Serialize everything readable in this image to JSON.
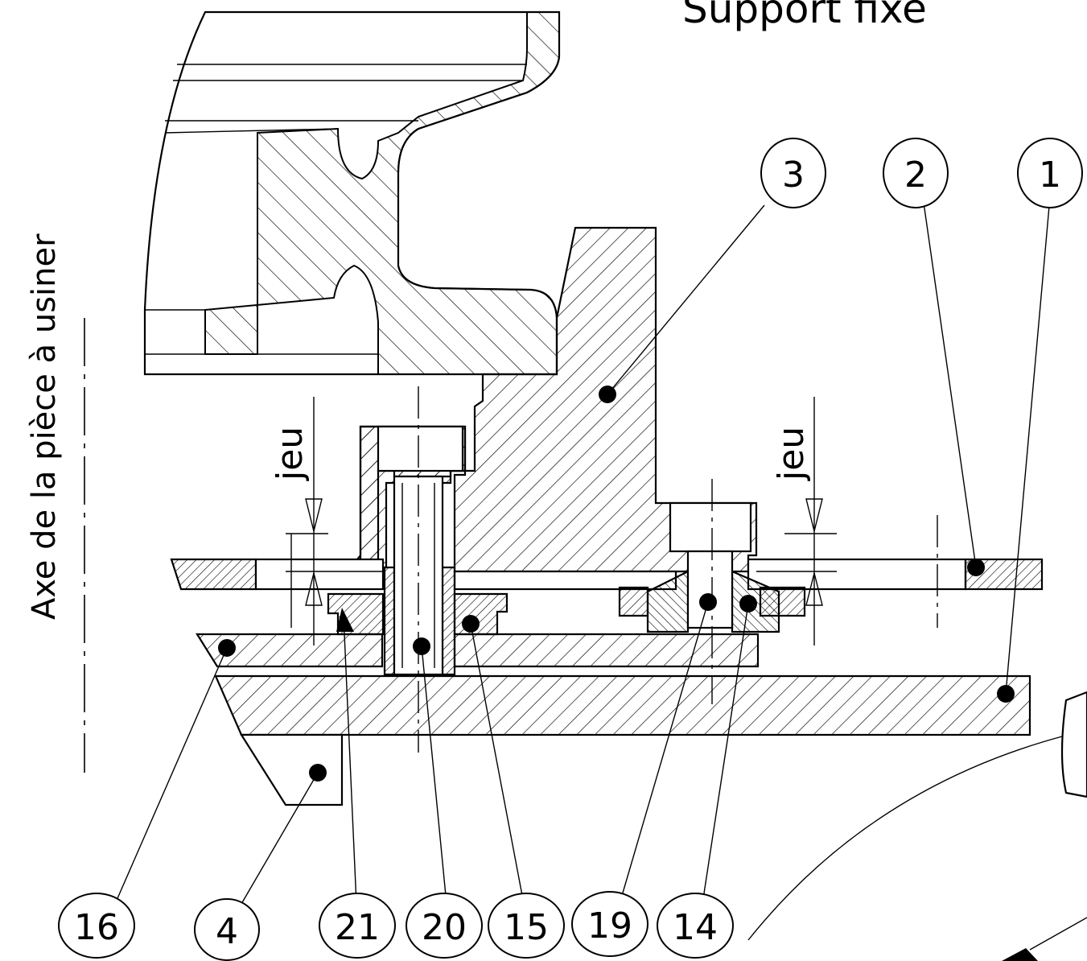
{
  "title": "Support fixe",
  "axis_label": "Axe de la pièce à usiner",
  "play_label_left": "jeu",
  "play_label_right": "jeu",
  "callouts": {
    "c1": "1",
    "c2": "2",
    "c3": "3",
    "c4": "4",
    "c14": "14",
    "c15": "15",
    "c16": "16",
    "c19": "19",
    "c20": "20",
    "c21": "21"
  },
  "colors": {
    "ink": "#000000",
    "paper": "#ffffff",
    "dark_fill": "#555555"
  }
}
